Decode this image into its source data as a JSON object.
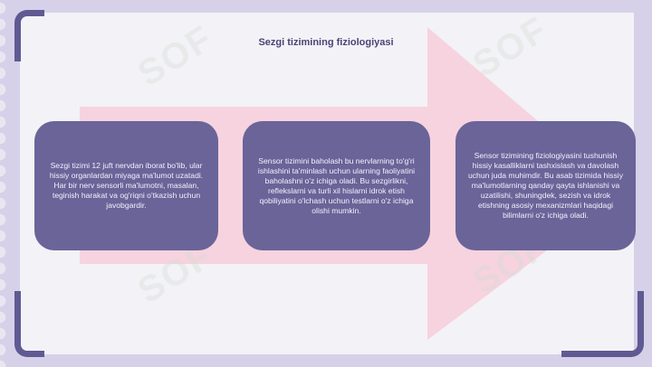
{
  "slide": {
    "title": "Sezgi tizimining fiziologiyasi",
    "boxes": [
      "Sezgi tizimi 12 juft nervdan iborat bo'lib, ular hissiy organlardan miyaga ma'lumot uzatadi. Har bir nerv sensorli ma'lumotni, masalan, teginish harakat va og'riqni o'tkazish uchun javobgardir.",
      "Sensor tizimini baholash bu nervlarning to'g'ri ishlashini ta'minlash uchun ularning faoliyatini baholashni o'z ichiga oladi. Bu sezgirlikni, reflekslarni va turli xil hislarni idrok etish qobiliyatini o'lchash uchun testlarni o'z ichiga olishi mumkin.",
      "Sensor tizimining fiziologiyasini tushunish hissiy kasalliklarni tashxislash va davolash uchun juda muhimdir. Bu asab tizimida hissiy ma'lumotlarning qanday qayta ishlanishi va uzatilishi, shuningdek, sezish va idrok etishning asosiy mexanizmlari haqidagi bilimlarni o'z ichiga oladi."
    ]
  },
  "colors": {
    "accent": "#5f5a92",
    "box_fill": "#6a6499",
    "arrow": "#f6d3df",
    "background": "#f3f2f6"
  },
  "watermark": "SOF"
}
